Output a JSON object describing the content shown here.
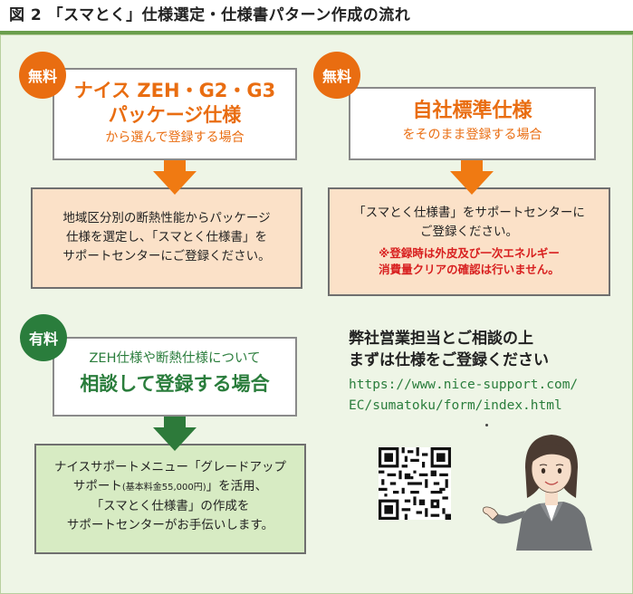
{
  "figure": {
    "title": "図 2 「スマとく」仕様選定・仕様書パターン作成の流れ"
  },
  "card1": {
    "badge": "無料",
    "heading_line1": "ナイス ZEH・G2・G3",
    "heading_line2": "パッケージ仕様",
    "subheading": "から選んで登録する場合",
    "body_line1": "地域区分別の断熱性能からパッケージ",
    "body_line2": "仕様を選定し、「スマとく仕様書」を",
    "body_line3": "サポートセンターにご登録ください。"
  },
  "card2": {
    "badge": "無料",
    "heading": "自社標準仕様",
    "subheading": "をそのまま登録する場合",
    "body_line1": "「スマとく仕様書」をサポートセンターに",
    "body_line2": "ご登録ください。",
    "note_line1": "※登録時は外皮及び一次エネルギー",
    "note_line2": "消費量クリアの確認は行いません。"
  },
  "card3": {
    "badge": "有料",
    "heading_line1": "ZEH仕様や断熱仕様について",
    "heading_line2": "相談して登録する場合",
    "body_line1": "ナイスサポートメニュー「グレードアップ",
    "body_line2a": "サポート",
    "body_line2b": "(基本料金55,000円)",
    "body_line2c": "」を活用、",
    "body_line3": "「スマとく仕様書」の作成を",
    "body_line4": "サポートセンターがお手伝いします。"
  },
  "contact": {
    "line1": "弊社営業担当とご相談の上",
    "line2": "まずは仕様をご登録ください",
    "url_line1": "https://www.nice-support.com/",
    "url_line2": "EC/sumatoku/form/index.html"
  },
  "icons": {
    "qr": "qr-code-icon",
    "staff": "staff-illustration"
  },
  "colors": {
    "free_badge": "#e96d11",
    "paid_badge": "#2a7d3c",
    "peach_box": "#fbe1c8",
    "green_box": "#d7ebc3",
    "panel": "#eef5e6",
    "url": "#2a7d3c",
    "note": "#d81f1f"
  }
}
